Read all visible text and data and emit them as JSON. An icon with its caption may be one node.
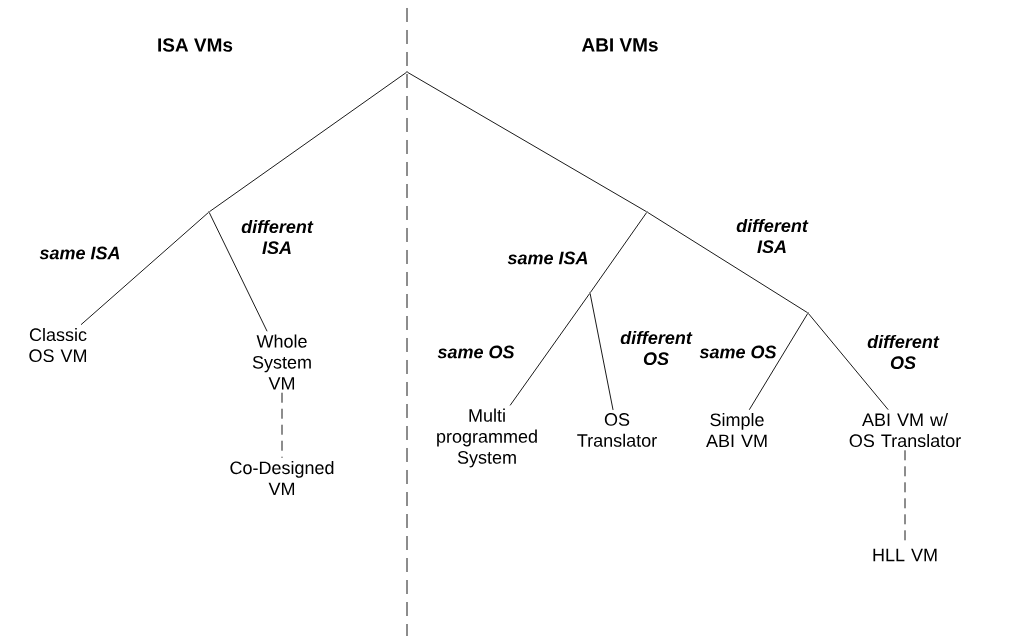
{
  "diagram": {
    "nodes": [
      {
        "text": [],
        "shape": "point"
      },
      {
        "text": [],
        "shape": "point"
      },
      {
        "text": [],
        "shape": "point"
      },
      {
        "text": [],
        "shape": "point"
      },
      {
        "text": [],
        "shape": "point"
      },
      {
        "text": [
          "Classic OS VM"
        ]
      },
      {
        "text": [
          "Whole System VM"
        ]
      },
      {
        "text": [
          "Co-Designed VM"
        ]
      },
      {
        "text": [
          "Multi programmed System"
        ]
      },
      {
        "text": [
          "OS Translator"
        ]
      },
      {
        "text": [
          "Simple ABI VM"
        ]
      },
      {
        "text": [
          "ABI VM w/ OS Translator"
        ]
      },
      {
        "text": [
          "HLL VM"
        ]
      }
    ],
    "edges": [
      {
        "from": 0,
        "to": 1,
        "arrow": "none"
      },
      {
        "from": 0,
        "to": 2,
        "arrow": "none"
      },
      {
        "from": 1,
        "to": 5,
        "arrow": "none",
        "label": "same ISA"
      },
      {
        "from": 1,
        "to": 6,
        "arrow": "none",
        "label": "different ISA"
      },
      {
        "from": 6,
        "to": 7,
        "arrow": "none",
        "style": "dashed"
      },
      {
        "from": 2,
        "to": 3,
        "arrow": "none",
        "label": "same ISA"
      },
      {
        "from": 2,
        "to": 4,
        "arrow": "none",
        "label": "different ISA"
      },
      {
        "from": 3,
        "to": 8,
        "arrow": "none",
        "label": "same OS"
      },
      {
        "from": 3,
        "to": 9,
        "arrow": "none",
        "label": "different OS"
      },
      {
        "from": 4,
        "to": 10,
        "arrow": "none",
        "label": "same OS"
      },
      {
        "from": 4,
        "to": 11,
        "arrow": "none",
        "label": "different OS"
      },
      {
        "from": 11,
        "to": 12,
        "arrow": "none",
        "style": "dashed"
      }
    ],
    "labels": [
      "ISA VMs",
      "ABI VMs"
    ]
  }
}
